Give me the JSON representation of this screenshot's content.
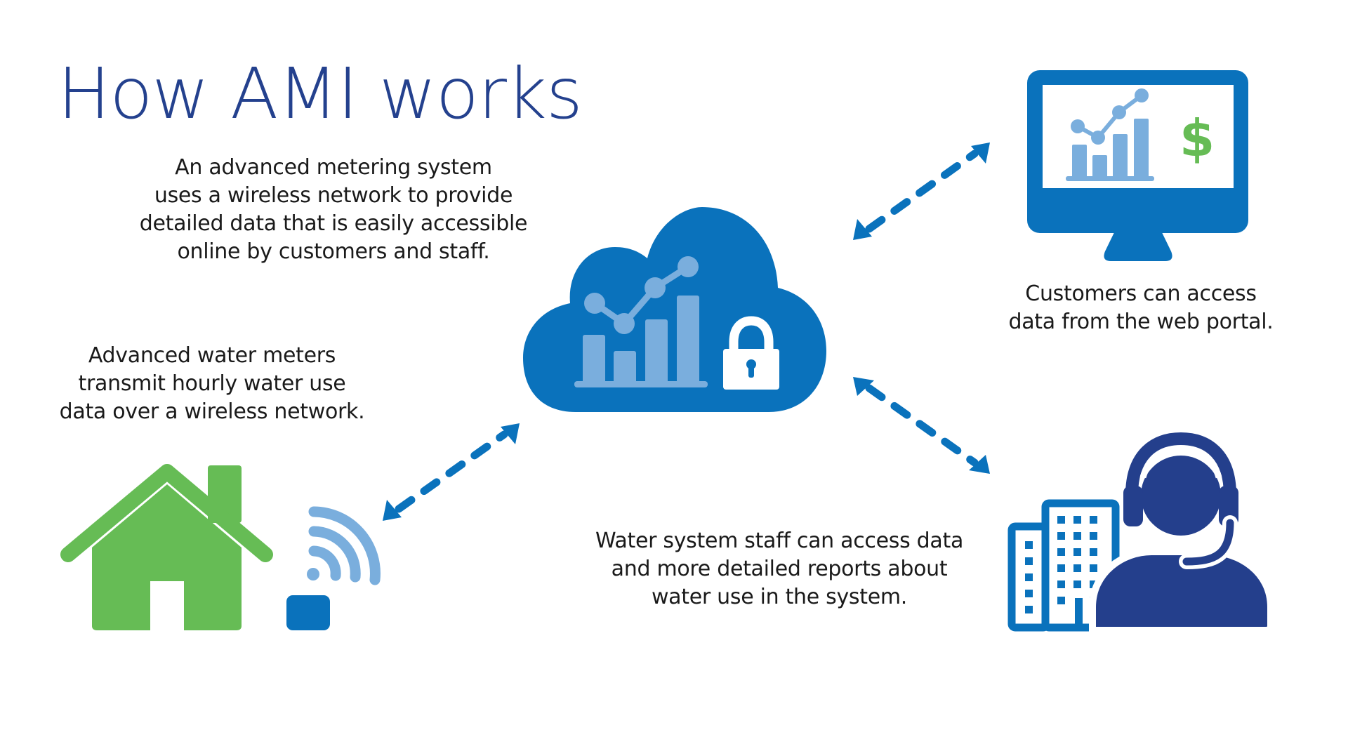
{
  "title": "How AMI works",
  "captions": {
    "intro": [
      "An advanced metering system",
      "uses a wireless network to provide",
      "detailed data that is easily accessible",
      "online by customers and staff."
    ],
    "meters": [
      "Advanced water meters",
      "transmit hourly water use",
      "data over a wireless network."
    ],
    "customers": [
      "Customers can access",
      "data from the web portal."
    ],
    "staff": [
      "Water system staff can access data",
      "and more detailed reports about",
      "water use in the system."
    ]
  },
  "icons": {
    "cloud": "cloud-analytics-icon",
    "lock": "padlock-icon",
    "monitor": "monitor-dashboard-icon",
    "currency": "$",
    "house": "house-icon",
    "meter": "water-meter-icon",
    "wireless": "wireless-signal-icon",
    "buildings": "office-buildings-icon",
    "staff": "headset-operator-icon"
  },
  "connections": [
    {
      "from": "water-meter",
      "to": "cloud",
      "direction": "bidirectional"
    },
    {
      "from": "cloud",
      "to": "web-portal",
      "direction": "bidirectional"
    },
    {
      "from": "cloud",
      "to": "utility-staff",
      "direction": "bidirectional"
    }
  ],
  "colors": {
    "title": "#24418E",
    "primary_blue": "#0A72BC",
    "light_blue": "#7AAEDD",
    "green": "#66BC55",
    "navy": "#243F8C",
    "text": "#1a1a1a",
    "background": "#FFFFFF"
  }
}
